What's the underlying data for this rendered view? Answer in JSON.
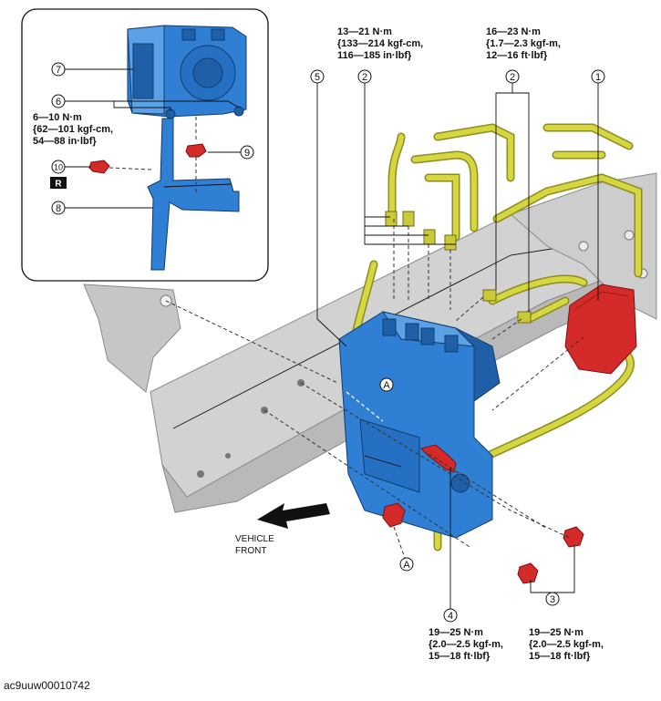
{
  "figure_id": "ac9uuw00010742",
  "torques": {
    "t6": [
      "6—10 N·m",
      "{62—101 kgf-cm,",
      "54—88 in·lbf}"
    ],
    "t2a": [
      "13—21 N·m",
      "{133—214 kgf-cm,",
      "116—185 in·lbf}"
    ],
    "t2b": [
      "16—23 N·m",
      "{1.7—2.3 kgf-m,",
      "12—16 ft·lbf}"
    ],
    "t4": [
      "19—25 N·m",
      "{2.0—2.5 kgf-m,",
      "15—18 ft·lbf}"
    ],
    "t3": [
      "19—25 N·m",
      "{2.0—2.5 kgf-m,",
      "15—18 ft·lbf}"
    ]
  },
  "callouts": {
    "c1": "1",
    "c2a": "2",
    "c2b": "2",
    "c3": "3",
    "c4": "4",
    "c5": "5",
    "c6": "6",
    "c7": "7",
    "c8": "8",
    "c9": "9",
    "c10": "10",
    "ca1": "A",
    "ca2": "A"
  },
  "replace_badge": "R",
  "vehicle_front": [
    "VEHICLE",
    "FRONT"
  ],
  "colors": {
    "hcu_blue": "#2f7fd4",
    "pipe_yellow": "#c9c93a",
    "part_red": "#d42a2a",
    "body_gray": "#c8c8c8"
  }
}
